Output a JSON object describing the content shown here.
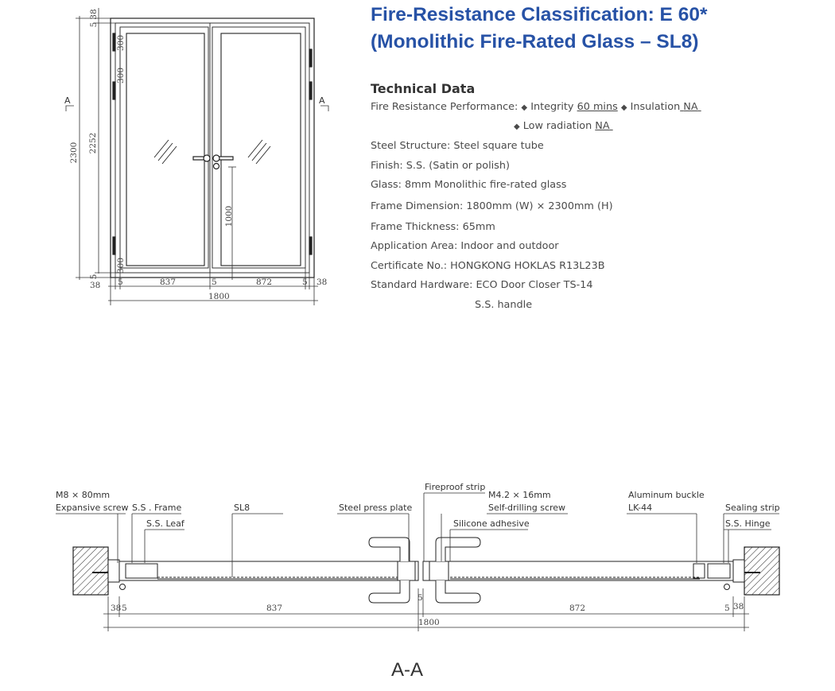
{
  "title": {
    "line1": "Fire-Resistance Classification: E 60*",
    "line2": "(Monolithic Fire-Rated Glass – SL8)"
  },
  "technical": {
    "heading": "Technical Data",
    "fire_label": "Fire Resistance Performance:",
    "integrity_label": "Integrity",
    "integrity_value": "60 mins",
    "insulation_label": "Insulation",
    "insulation_value": "NA",
    "radiation_label": "Low radiation",
    "radiation_value": "NA",
    "specs": [
      "Steel Structure: Steel square tube",
      "Finish: S.S. (Satin or polish)",
      "Glass: 8mm Monolithic fire-rated glass",
      "Frame Dimension: 1800mm (W) × 2300mm (H)",
      "Frame Thickness: 65mm",
      "Application Area: Indoor and outdoor",
      "Certificate No.: HONGKONG HOKLAS R13L23B",
      "Standard Hardware: ECO Door Closer TS-14"
    ],
    "hardware_extra": "S.S. handle"
  },
  "elevation": {
    "dims": {
      "total_height": "2300",
      "inner_height": "2252",
      "top_38": "38",
      "top_5": "5",
      "hinge_300_a": "300",
      "hinge_300_b": "300",
      "hinge_300_c": "300",
      "bottom_5": "5",
      "bottom_38": "38",
      "handle_height": "1000",
      "left_5": "5",
      "leaf_left": "837",
      "mid_5": "5",
      "leaf_right": "872",
      "right_5": "5",
      "right_38": "38",
      "total_width": "1800"
    },
    "section_mark_left": "A",
    "section_mark_right": "A"
  },
  "section": {
    "labels": {
      "screw_1": "M8 × 80mm",
      "screw_2": "Expansive screw",
      "frame": "S.S . Frame",
      "leaf": "S.S. Leaf",
      "glass": "SL8",
      "press_plate": "Steel press plate",
      "fireproof": "Fireproof strip",
      "drill_1": "M4.2 × 16mm",
      "drill_2": "Self-drilling screw",
      "silicone": "Silicone adhesive",
      "buckle_1": "Aluminum buckle",
      "buckle_2": "LK-44",
      "sealing": "Sealing strip",
      "hinge": "S.S. Hinge"
    },
    "dims": {
      "left_38": "38",
      "left_5": "5",
      "leaf_left": "837",
      "mid_5": "5",
      "leaf_right": "872",
      "right_5": "5",
      "right_38": "38",
      "total": "1800"
    },
    "caption": "A-A"
  }
}
